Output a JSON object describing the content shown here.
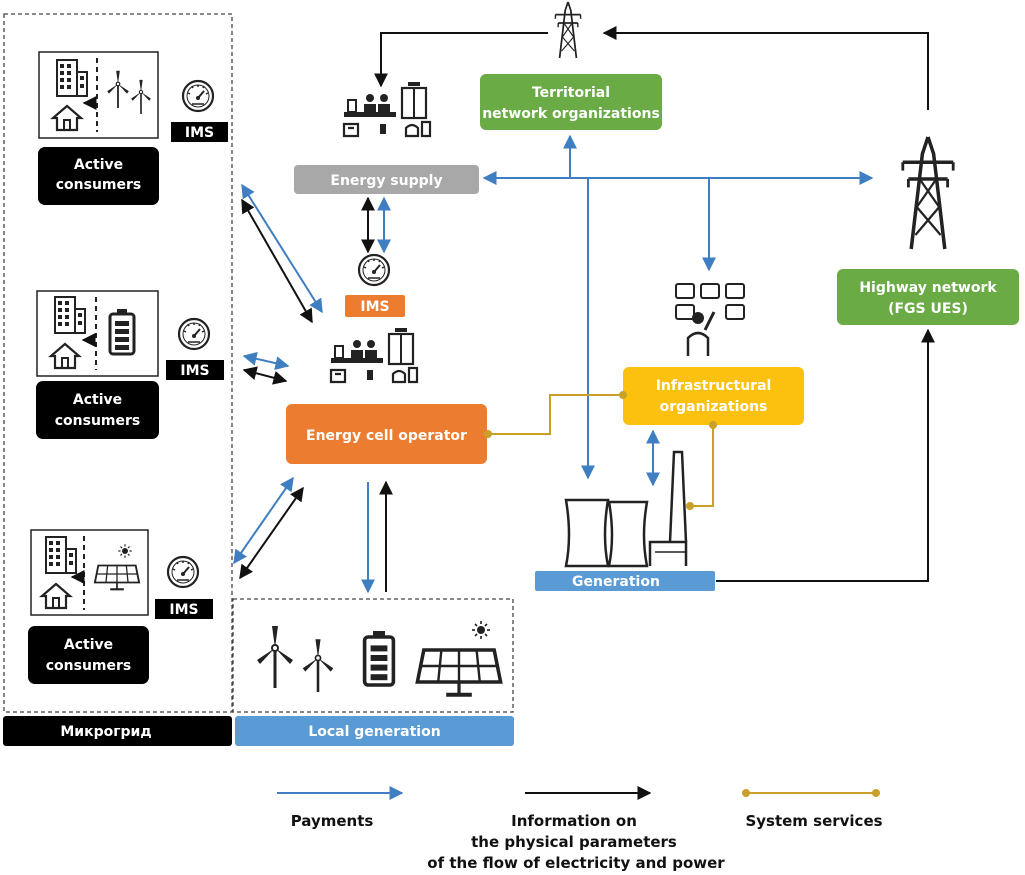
{
  "colors": {
    "payments": "#3f7ec0",
    "information": "#111111",
    "system_services": "#c9a02a",
    "green": "#6aab46",
    "orange": "#ec7c30",
    "yellow": "#fcc10e",
    "gray": "#a8a8a8",
    "blue": "#5b9bd5",
    "black": "#000000"
  },
  "nodes": {
    "territorial": "Territorial network organizations",
    "territorial_line1": "Territorial",
    "territorial_line2": "network organizations",
    "energy_supply": "Energy supply",
    "ims_orange": "IMS",
    "energy_cell_operator": "Energy cell operator",
    "infrastructural_line1": "Infrastructural",
    "infrastructural_line2": "organizations",
    "highway_line1": "Highway network",
    "highway_line2": "(FGS UES)",
    "generation": "Generation",
    "local_generation": "Local generation",
    "microgrid": "Микрогрид"
  },
  "consumers": [
    {
      "line1": "Active",
      "line2": "consumers",
      "ims": "IMS",
      "source": "wind-turbines-icon"
    },
    {
      "line1": "Active",
      "line2": "consumers",
      "ims": "IMS",
      "source": "battery-icon"
    },
    {
      "line1": "Active",
      "line2": "consumers",
      "ims": "IMS",
      "source": "solar-panel-icon"
    }
  ],
  "legend": {
    "payments": "Payments",
    "info_line1": "Information on",
    "info_line2": "the physical parameters",
    "info_line3": "of the flow of electricity and power",
    "system_services": "System services"
  }
}
